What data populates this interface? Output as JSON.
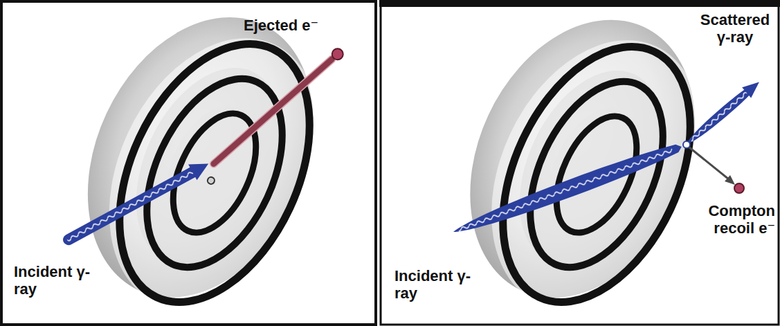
{
  "diagram": {
    "labels": [
      "Ejected e⁻",
      "Incident γ-ray",
      "Scattered γ-ray",
      "Compton recoil e⁻",
      "Incident γ-ray"
    ]
  }
}
